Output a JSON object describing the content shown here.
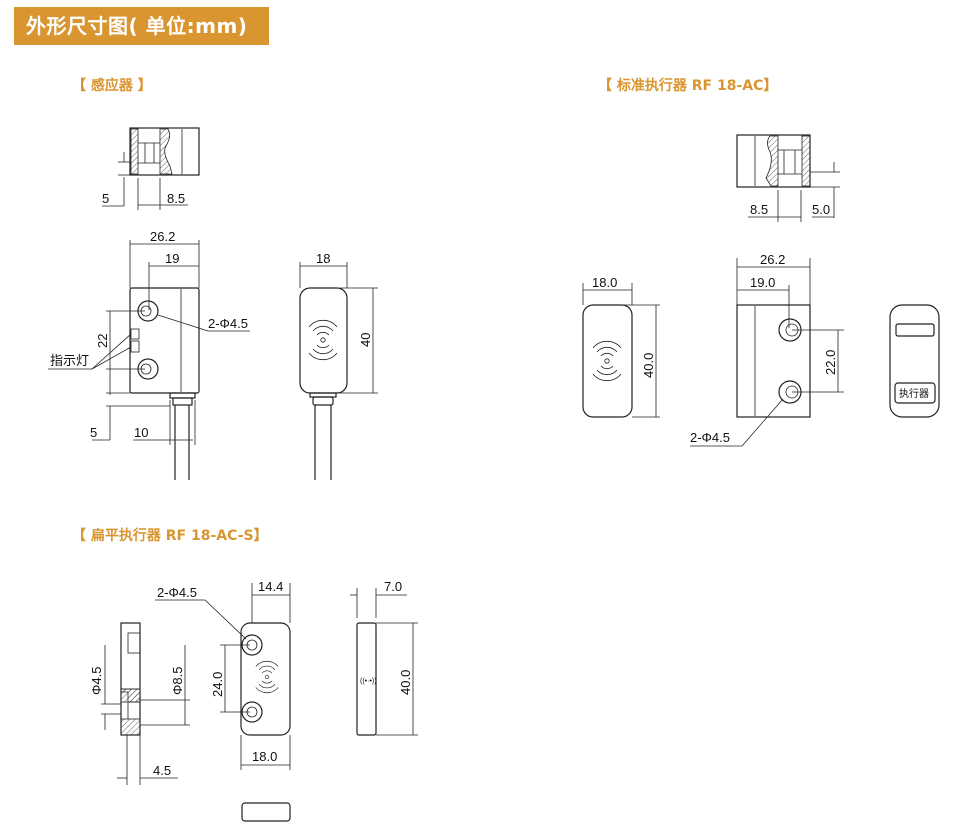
{
  "header": {
    "title": "外形尺寸图( 单位:mm)"
  },
  "sections": {
    "sensor": {
      "label": "【 感应器 】",
      "top_view": {
        "dim_left": "5",
        "dim_right": "8.5"
      },
      "front_view": {
        "width": "26.2",
        "hole_offset": "19",
        "holes": "2-Φ4.5",
        "hole_spacing": "22",
        "indicator": "指示灯",
        "dim_bottom_left": "5",
        "dim_bottom_right": "10"
      },
      "side_view": {
        "width": "18",
        "height": "40"
      }
    },
    "standard_actuator": {
      "label": "【 标准执行器 RF 18-AC】",
      "top_view": {
        "dim_left": "8.5",
        "dim_right": "5.0"
      },
      "left_view": {
        "width": "18.0",
        "height": "40.0"
      },
      "front_view": {
        "width": "26.2",
        "hole_offset": "19.0",
        "hole_spacing": "22.0",
        "holes": "2-Φ4.5"
      },
      "right_view": {
        "tag": "执行器"
      }
    },
    "flat_actuator": {
      "label": "【 扁平执行器 RF 18-AC-S】",
      "side_view": {
        "hole_dia": "Φ4.5",
        "counterbore_dia": "Φ8.5",
        "thickness": "4.5"
      },
      "front_view": {
        "holes": "2-Φ4.5",
        "top_width": "14.4",
        "hole_spacing": "24.0",
        "width": "18.0"
      },
      "edge_view": {
        "thickness": "7.0",
        "height": "40.0"
      }
    }
  }
}
